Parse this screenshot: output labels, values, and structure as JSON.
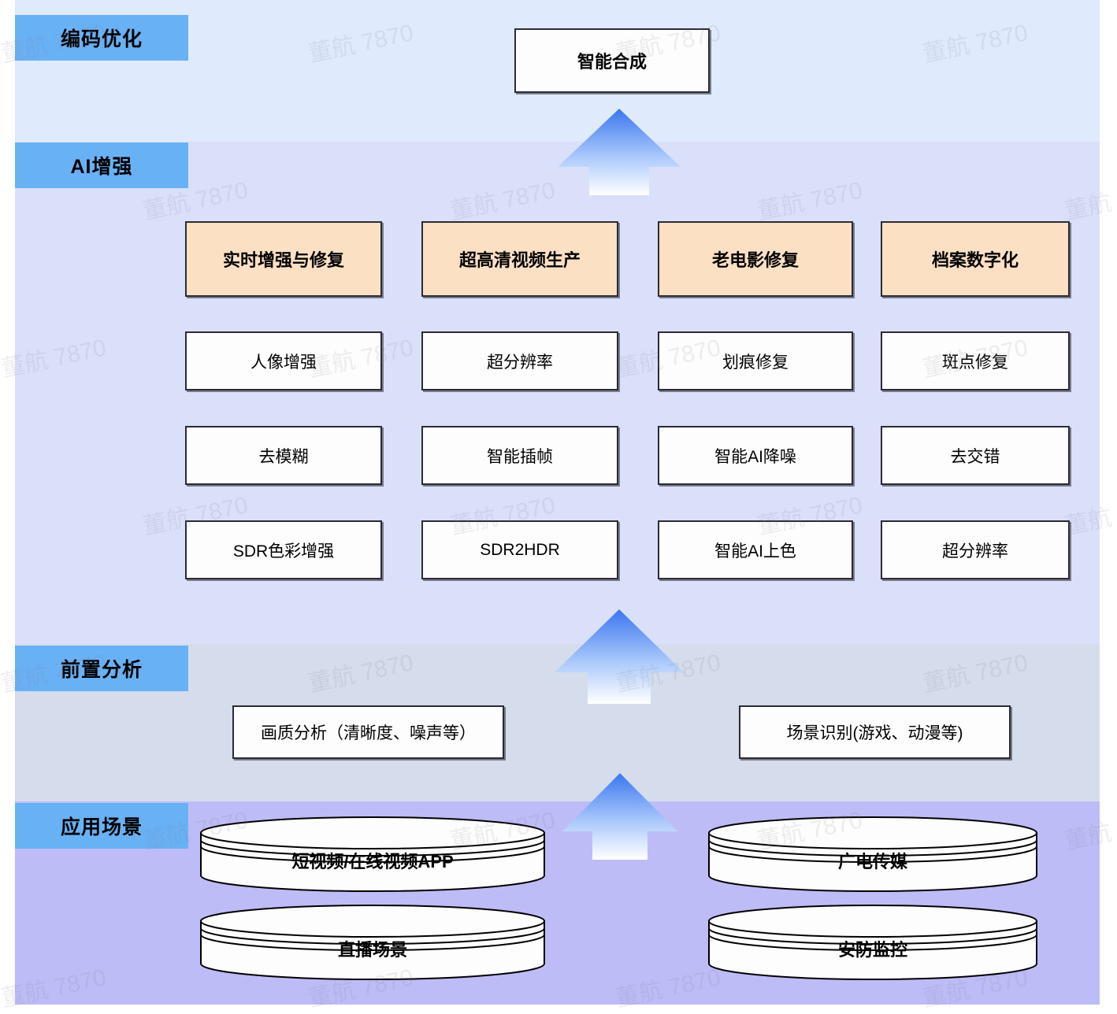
{
  "diagram": {
    "title_box": {
      "label": "智能合成"
    },
    "layers": [
      {
        "key": "encode",
        "label": "编码优化"
      },
      {
        "key": "ai",
        "label": "AI增强"
      },
      {
        "key": "pre",
        "label": "前置分析"
      },
      {
        "key": "app",
        "label": "应用场景"
      }
    ],
    "ai_columns": [
      {
        "header": "实时增强与修复",
        "items": [
          "人像增强",
          "去模糊",
          "SDR色彩增强"
        ]
      },
      {
        "header": "超高清视频生产",
        "items": [
          "超分辨率",
          "智能插帧",
          "SDR2HDR"
        ]
      },
      {
        "header": "老电影修复",
        "items": [
          "划痕修复",
          "智能AI降噪",
          "智能AI上色"
        ]
      },
      {
        "header": "档案数字化",
        "items": [
          "斑点修复",
          "去交错",
          "超分辨率"
        ]
      }
    ],
    "pre_analysis": [
      {
        "label": "画质分析（清晰度、噪声等）"
      },
      {
        "label": "场景识别(游戏、动漫等)"
      }
    ],
    "app_scenarios": [
      {
        "label": "短视频/在线视频APP"
      },
      {
        "label": "广电传媒"
      },
      {
        "label": "直播场景"
      },
      {
        "label": "安防监控"
      }
    ],
    "arrows": [
      {
        "name": "arrow-ai-to-encode"
      },
      {
        "name": "arrow-pre-to-ai"
      },
      {
        "name": "arrow-app-to-pre"
      }
    ],
    "colors": {
      "chip": "#69b1f5",
      "band_encode": "#dfeafc",
      "band_ai": "#dae0fa",
      "band_pre": "#d5dcec",
      "band_app": "#bdbcf7",
      "header_box": "#fbe0c3",
      "leaf_box": "#fdfdfd",
      "outline": "#2b2b35",
      "arrow_top": "#3b76ef",
      "arrow_bottom": "#ffffff"
    },
    "watermark": {
      "text": "董航 7870"
    }
  }
}
